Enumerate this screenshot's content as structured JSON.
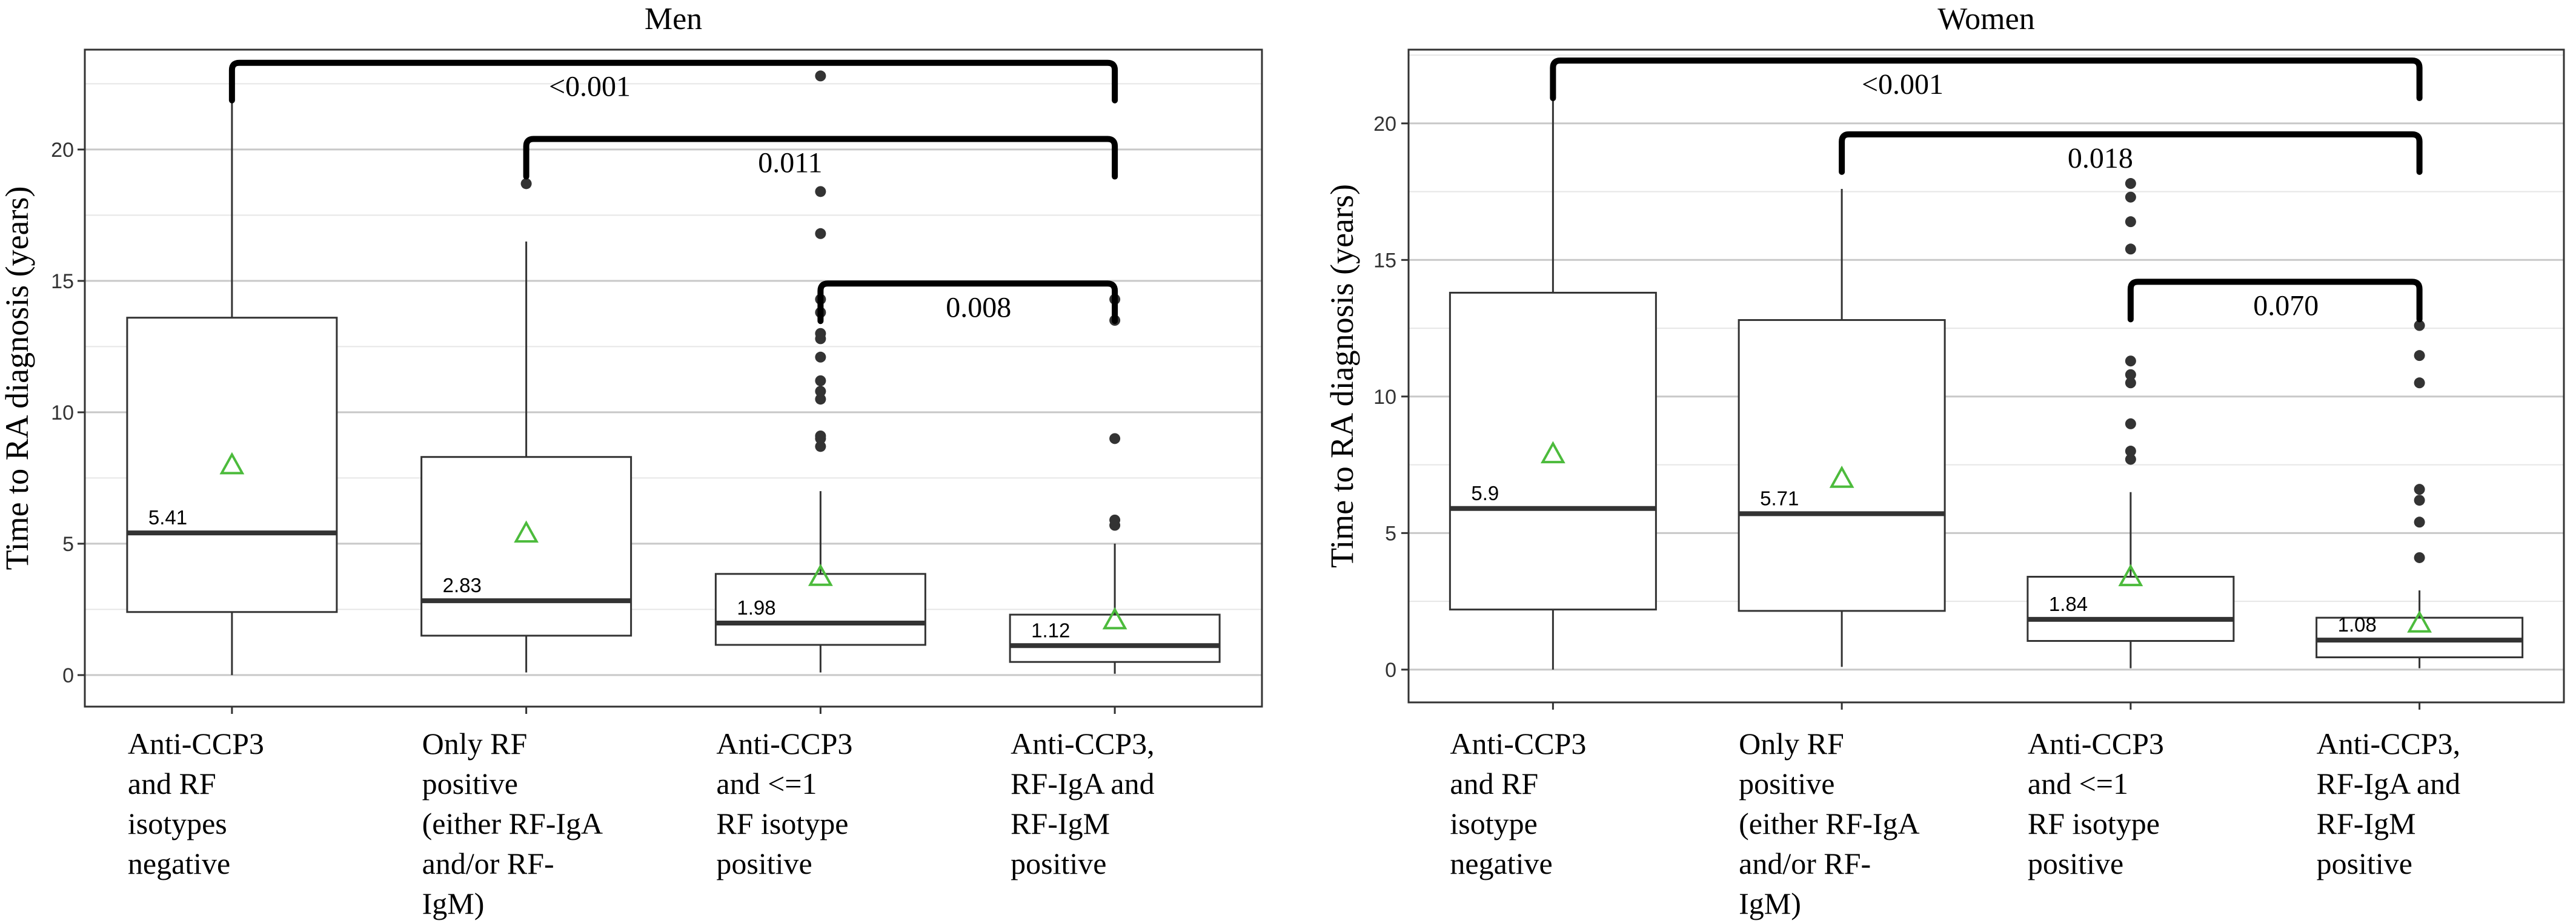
{
  "chart_data": [
    {
      "type": "boxplot",
      "title": "Men",
      "ylabel": "Time to RA diagnosis (years)",
      "ylim": [
        -1.2,
        23.8
      ],
      "yticks": [
        0,
        5,
        10,
        15,
        20
      ],
      "grid": true,
      "categories": [
        [
          "Anti-CCP3",
          "and RF",
          "isotypes",
          "negative"
        ],
        [
          "Only RF",
          "positive",
          "(either RF-IgA",
          "and/or RF-",
          "IgM)"
        ],
        [
          "Anti-CCP3",
          "and <=1",
          "RF isotype",
          "positive"
        ],
        [
          "Anti-CCP3,",
          "RF-IgA and",
          "RF-IgM",
          "positive"
        ]
      ],
      "boxes": [
        {
          "q1": 2.4,
          "median": 5.41,
          "median_label": "5.41",
          "q3": 13.6,
          "whisker_low": 0,
          "whisker_high": 22.0,
          "mean": 8.0,
          "outliers": []
        },
        {
          "q1": 1.5,
          "median": 2.83,
          "median_label": "2.83",
          "q3": 8.3,
          "whisker_low": 0.1,
          "whisker_high": 16.5,
          "mean": 5.4,
          "outliers": [
            18.7
          ]
        },
        {
          "q1": 1.15,
          "median": 1.98,
          "median_label": "1.98",
          "q3": 3.85,
          "whisker_low": 0.1,
          "whisker_high": 7.0,
          "mean": 3.75,
          "outliers": [
            8.7,
            9.0,
            9.1,
            10.5,
            10.8,
            11.2,
            12.1,
            12.8,
            13.0,
            13.8,
            14.3,
            16.8,
            18.4,
            22.8
          ]
        },
        {
          "q1": 0.5,
          "median": 1.12,
          "median_label": "1.12",
          "q3": 2.3,
          "whisker_low": 0.05,
          "whisker_high": 5.0,
          "mean": 2.1,
          "outliers": [
            5.7,
            5.9,
            9.0,
            13.5,
            14.3
          ]
        }
      ],
      "comparisons": [
        {
          "from": 0,
          "to": 3,
          "p": "<0.001",
          "level": 23.3
        },
        {
          "from": 1,
          "to": 3,
          "p": "0.011",
          "level": 20.4
        },
        {
          "from": 2,
          "to": 3,
          "p": "0.008",
          "level": 14.9
        }
      ]
    },
    {
      "type": "boxplot",
      "title": "Women",
      "ylabel": "Time to RA diagnosis (years)",
      "ylim": [
        -1.2,
        22.7
      ],
      "yticks": [
        0,
        5,
        10,
        15,
        20
      ],
      "grid": true,
      "categories": [
        [
          "Anti-CCP3",
          "and RF",
          "isotype",
          "negative"
        ],
        [
          "Only RF",
          "positive",
          "(either RF-IgA",
          "and/or RF-",
          "IgM)"
        ],
        [
          "Anti-CCP3",
          "and <=1",
          "RF isotype",
          "positive"
        ],
        [
          "Anti-CCP3,",
          "RF-IgA and",
          "RF-IgM",
          "positive"
        ]
      ],
      "boxes": [
        {
          "q1": 2.2,
          "median": 5.9,
          "median_label": "5.9",
          "q3": 13.8,
          "whisker_low": 0,
          "whisker_high": 21.2,
          "mean": 7.9,
          "outliers": []
        },
        {
          "q1": 2.15,
          "median": 5.71,
          "median_label": "5.71",
          "q3": 12.8,
          "whisker_low": 0.1,
          "whisker_high": 17.6,
          "mean": 7.0,
          "outliers": []
        },
        {
          "q1": 1.05,
          "median": 1.84,
          "median_label": "1.84",
          "q3": 3.4,
          "whisker_low": 0.05,
          "whisker_high": 6.5,
          "mean": 3.4,
          "outliers": [
            7.7,
            8.0,
            9.0,
            10.5,
            10.8,
            11.3,
            15.4,
            16.4,
            17.3,
            17.8
          ]
        },
        {
          "q1": 0.45,
          "median": 1.08,
          "median_label": "1.08",
          "q3": 1.9,
          "whisker_low": 0.05,
          "whisker_high": 2.9,
          "mean": 1.7,
          "outliers": [
            4.1,
            5.4,
            6.2,
            6.6,
            10.5,
            11.5,
            12.6
          ]
        }
      ],
      "comparisons": [
        {
          "from": 0,
          "to": 3,
          "p": "<0.001",
          "level": 22.3
        },
        {
          "from": 1,
          "to": 3,
          "p": "0.018",
          "level": 19.6
        },
        {
          "from": 2,
          "to": 3,
          "p": "0.070",
          "level": 14.2
        }
      ]
    }
  ],
  "colors": {
    "box_stroke": "#333333",
    "grid_major": "#c8c8c8",
    "grid_minor": "#e6e6e6",
    "panel_border": "#333333",
    "outlier": "#333333",
    "mean_marker": "#4cbb3c",
    "bracket": "#000000"
  }
}
